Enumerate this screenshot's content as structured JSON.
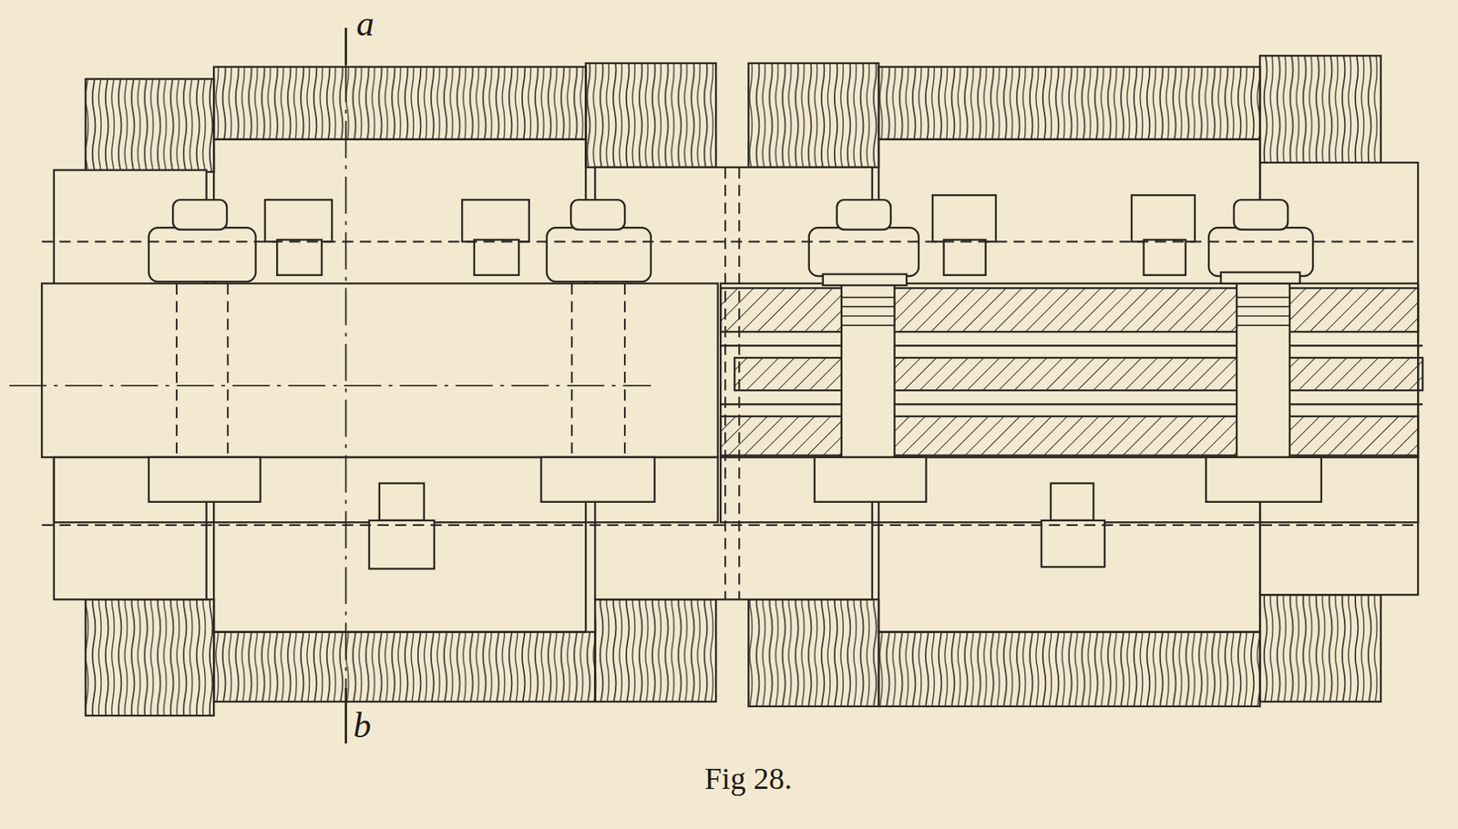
{
  "diagram": {
    "caption": "Fig 28.",
    "labels": [
      "a",
      "b"
    ]
  }
}
